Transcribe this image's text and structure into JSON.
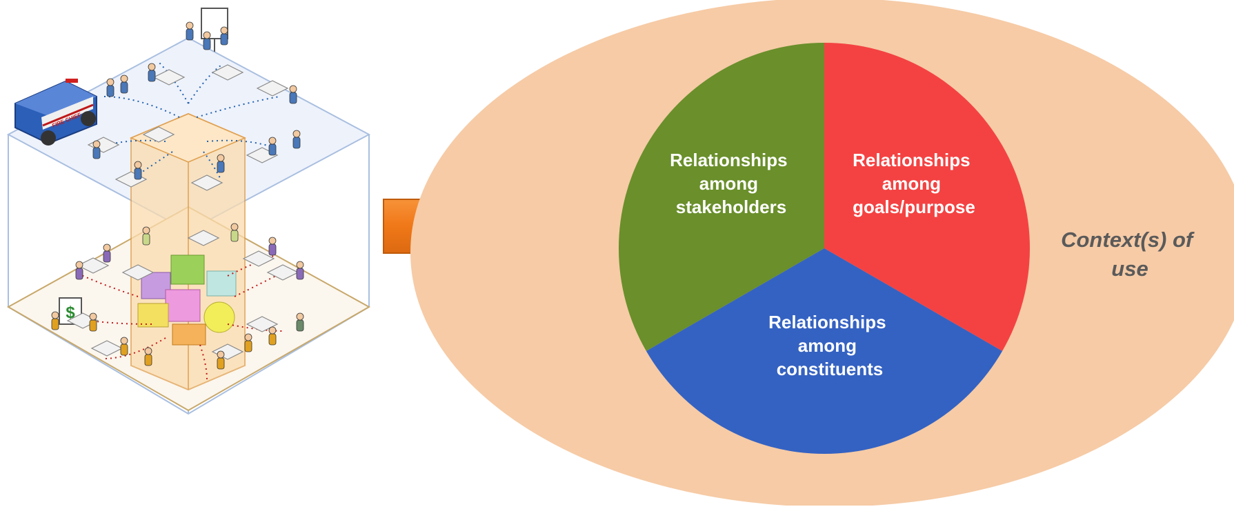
{
  "diagram": {
    "colors": {
      "context_fill": "#f6cba6",
      "stakeholders": "#6a8f2b",
      "goals": "#f44242",
      "constituents": "#3462c2",
      "arrow": "#f07818",
      "context_text": "#5a5a5a"
    },
    "segments": [
      {
        "id": "stakeholders",
        "lines": [
          "Relationships",
          "among",
          "stakeholders"
        ]
      },
      {
        "id": "goals",
        "lines": [
          "Relationships",
          "among",
          "goals/purpose"
        ]
      },
      {
        "id": "constituents",
        "lines": [
          "Relationships",
          "among",
          "constituents"
        ]
      }
    ],
    "context": {
      "lines": [
        "Context(s) of",
        "use"
      ]
    },
    "illustration": {
      "truck_text": "FIRE CHIEF",
      "flipchart_symbol": "$"
    }
  }
}
